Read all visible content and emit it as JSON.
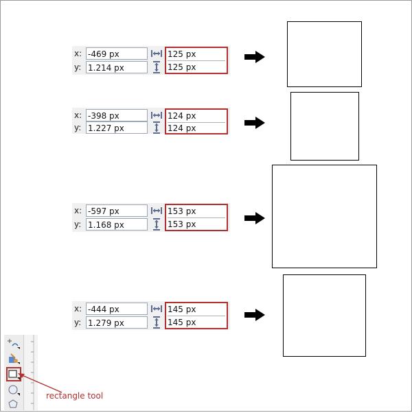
{
  "rows": [
    {
      "x_label": "x:",
      "y_label": "y:",
      "x": "-469 px",
      "y": "1.214 px",
      "w": "125 px",
      "h": "125 px"
    },
    {
      "x_label": "x:",
      "y_label": "y:",
      "x": "-398 px",
      "y": "1.227 px",
      "w": "124 px",
      "h": "124 px"
    },
    {
      "x_label": "x:",
      "y_label": "y:",
      "x": "-597 px",
      "y": "1.168 px",
      "w": "153 px",
      "h": "153 px"
    },
    {
      "x_label": "x:",
      "y_label": "y:",
      "x": "-444 px",
      "y": "1.279 px",
      "w": "145 px",
      "h": "145 px"
    }
  ],
  "icons": {
    "width": "width-arrows-icon",
    "height": "height-arrows-icon",
    "arrow": "right-arrow-icon",
    "tools": [
      "shape-tool-icon",
      "smart-fill-tool-icon",
      "rectangle-tool-icon",
      "ellipse-tool-icon",
      "polygon-tool-icon"
    ]
  },
  "callout": {
    "text": "rectangle tool"
  },
  "colors": {
    "accent": "#b03030"
  }
}
